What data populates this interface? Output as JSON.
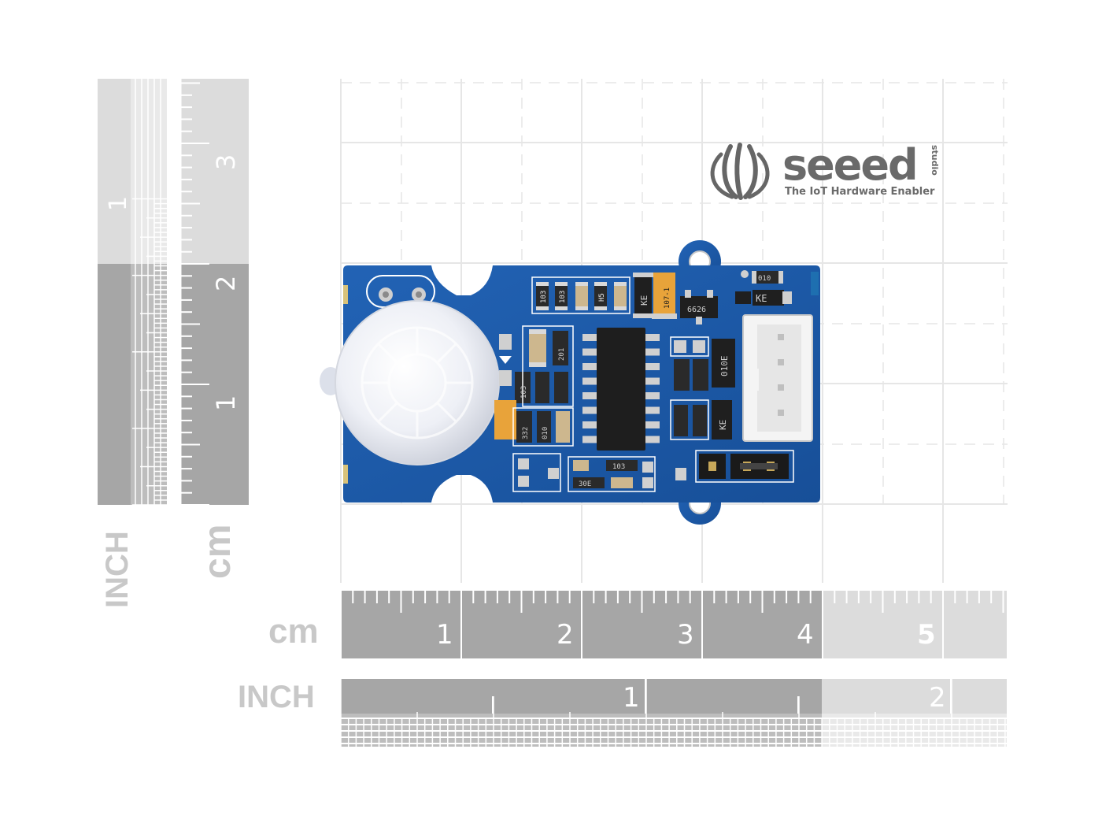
{
  "logo": {
    "wordmark": "seeed",
    "sub_mark": "studio",
    "tagline": "The IoT Hardware Enabler"
  },
  "rulers": {
    "vertical_inch_label": "INCH",
    "vertical_cm_label": "cm",
    "horizontal_cm_label": "cm",
    "horizontal_inch_label": "INCH",
    "vertical_inch_numbers": [
      "1"
    ],
    "vertical_cm_numbers": [
      "3",
      "2",
      "1"
    ],
    "horizontal_cm_numbers": [
      "1",
      "2",
      "3",
      "4",
      "5"
    ],
    "horizontal_inch_numbers": [
      "1",
      "2"
    ]
  },
  "board_markings": {
    "r1": "103",
    "r2": "103",
    "r3": "H5",
    "cap1": "107-1",
    "ic_marking": "6626",
    "r4": "010",
    "r5": "010E",
    "r6": "201",
    "r7": "103",
    "r8": "332",
    "r9": "010",
    "r10": "103",
    "r11": "30E",
    "d1": "KE",
    "d2": "KE",
    "d3": "KE"
  },
  "colors": {
    "pcb": "#1b59a8",
    "ruler_dark": "#a6a6a6",
    "ruler_light": "#dcdcdc",
    "grid": "#e6e6e6",
    "lens": "#eef0f6"
  }
}
